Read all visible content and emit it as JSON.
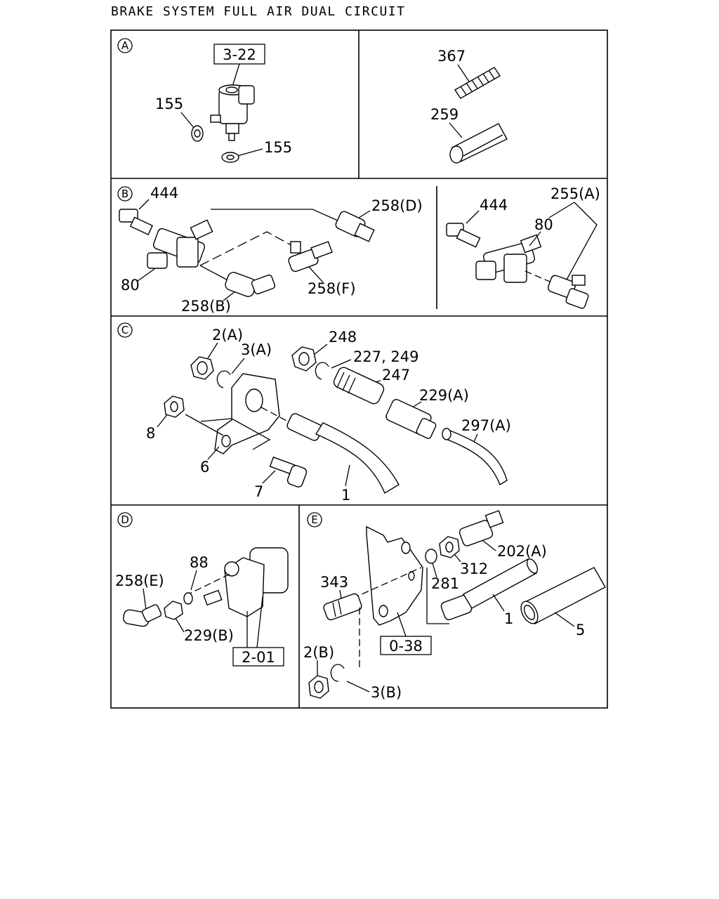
{
  "title": "BRAKE SYSTEM FULL AIR DUAL CIRCUIT",
  "sections": {
    "A": {
      "letter": "A",
      "ref": "3-22",
      "labels": [
        "155",
        "155",
        "367",
        "259"
      ]
    },
    "B": {
      "letter": "B",
      "labels": [
        "444",
        "258(D)",
        "80",
        "258(F)",
        "258(B)",
        "444",
        "255(A)",
        "80"
      ]
    },
    "C": {
      "letter": "C",
      "labels": [
        "2(A)",
        "3(A)",
        "248",
        "227, 249",
        "247",
        "229(A)",
        "297(A)",
        "8",
        "6",
        "7",
        "1"
      ]
    },
    "D": {
      "letter": "D",
      "ref": "2-01",
      "labels": [
        "88",
        "258(E)",
        "229(B)"
      ]
    },
    "E": {
      "letter": "E",
      "ref": "0-38",
      "labels": [
        "202(A)",
        "312",
        "281",
        "343",
        "1",
        "5",
        "2(B)",
        "3(B)"
      ]
    }
  }
}
